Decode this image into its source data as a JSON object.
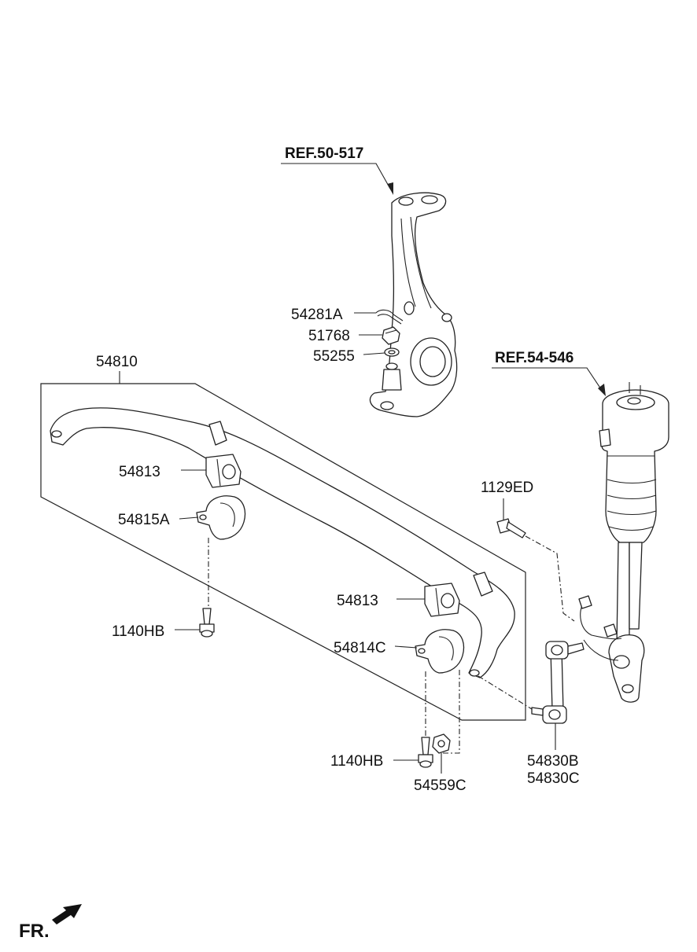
{
  "references": {
    "knuckle": "REF.50-517",
    "strut": "REF.54-546"
  },
  "parts": {
    "stabilizer_bar": "54810",
    "bushing_left": "54813",
    "bracket_left": "54815A",
    "bolt_left": "1140HB",
    "bushing_right": "54813",
    "bracket_right": "54814C",
    "bolt_right": "1140HB",
    "nut": "54559C",
    "link_b": "54830B",
    "link_c": "54830C",
    "link_bolt": "1129ED",
    "cotter_pin": "54281A",
    "castle_nut": "51768",
    "washer": "55255"
  },
  "direction": "FR.",
  "colors": {
    "line": "#222222",
    "text": "#111111",
    "background": "#ffffff"
  }
}
